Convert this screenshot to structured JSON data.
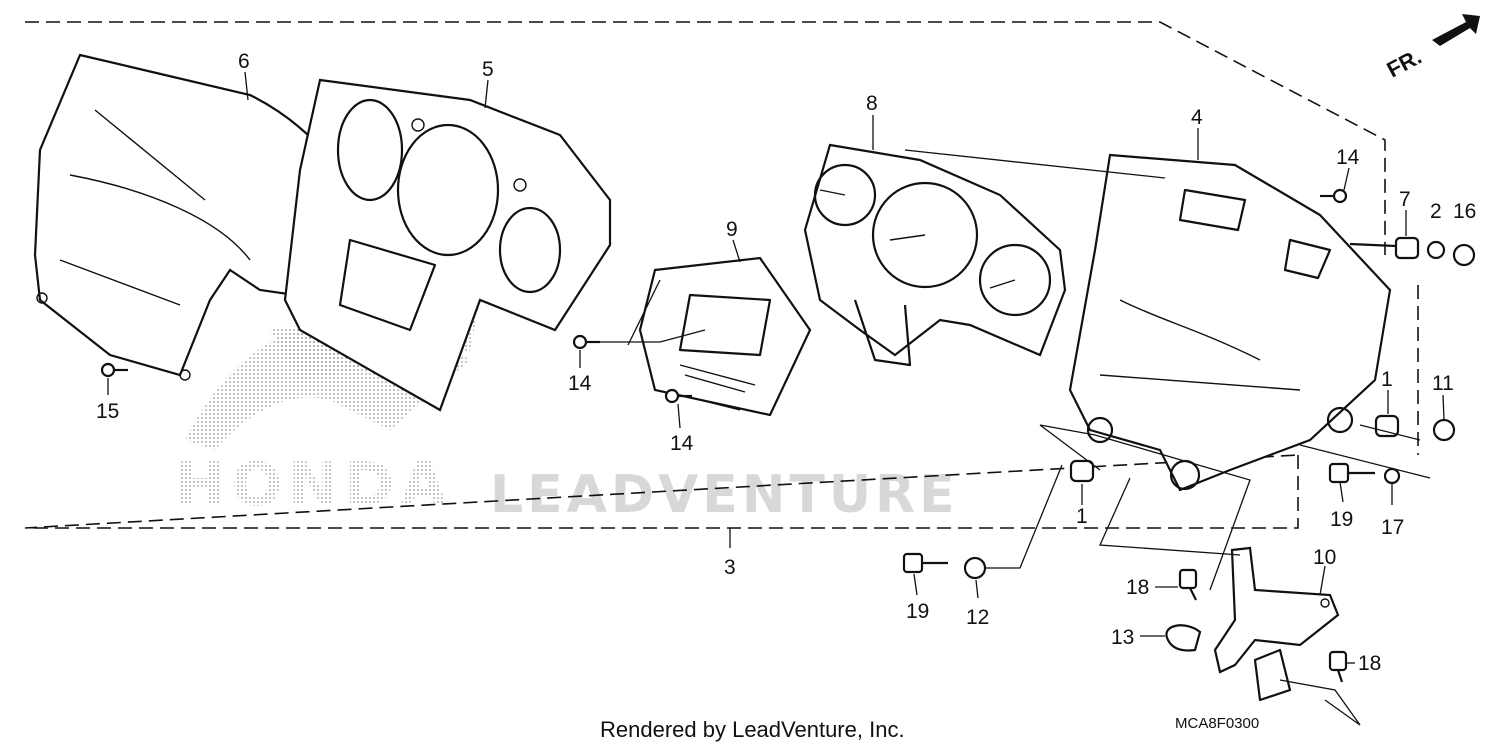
{
  "diagram": {
    "callouts": {
      "p1a": "1",
      "p1b": "1",
      "p2": "2",
      "p3": "3",
      "p4": "4",
      "p5": "5",
      "p6": "6",
      "p7": "7",
      "p8": "8",
      "p9": "9",
      "p10": "10",
      "p11": "11",
      "p12": "12",
      "p13": "13",
      "p14a": "14",
      "p14b": "14",
      "p14c": "14",
      "p15": "15",
      "p16": "16",
      "p17": "17",
      "p18a": "18",
      "p18b": "18",
      "p19a": "19",
      "p19b": "19"
    },
    "direction_label": "FR.",
    "watermark_brand": "HONDA",
    "watermark_text": "LEADVENTURE",
    "footer": "Rendered by LeadVenture, Inc.",
    "diagram_code": "MCA8F0300"
  }
}
